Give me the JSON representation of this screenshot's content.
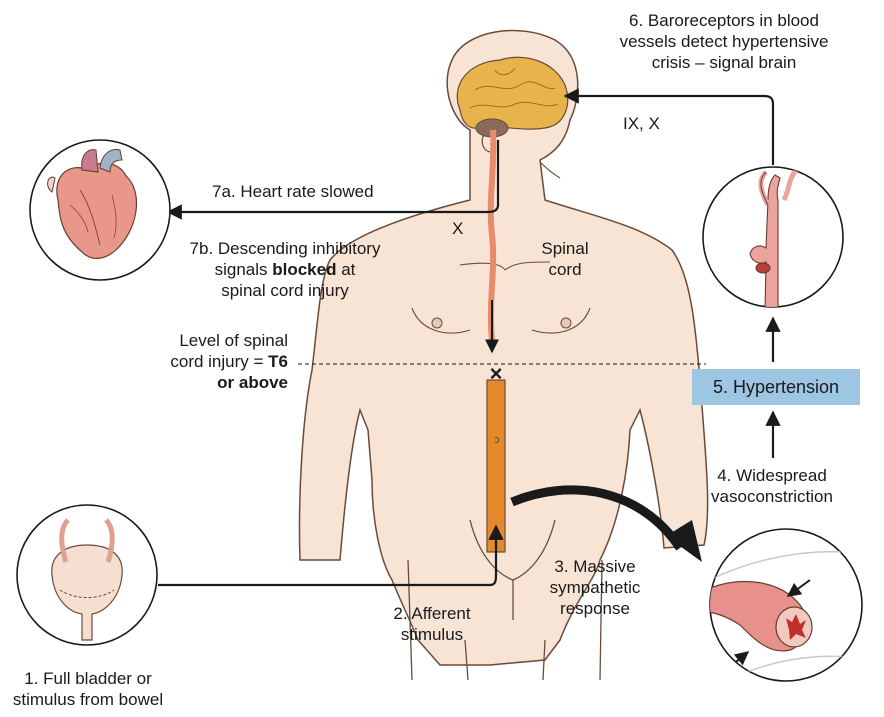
{
  "labels": {
    "step1_line1": "1. Full bladder or",
    "step1_line2": "stimulus from bowel",
    "step2_line1": "2. Afferent",
    "step2_line2": "stimulus",
    "step3_line1": "3. Massive",
    "step3_line2": "sympathetic",
    "step3_line3": "response",
    "step4_line1": "4. Widespread",
    "step4_line2": "vasoconstriction",
    "step5": "5. Hypertension",
    "step6_line1": "6. Baroreceptors in blood",
    "step6_line2": "vessels detect hypertensive",
    "step6_line3": "crisis – signal brain",
    "nerves": "IX, X",
    "step7a": "7a. Heart rate slowed",
    "vagus_x": "X",
    "step7b_line1": "7b. Descending inhibitory",
    "step7b_line2_pre": "signals ",
    "step7b_line2_bold": "blocked",
    "step7b_line2_post": " at",
    "step7b_line3": "spinal cord injury",
    "spinal_line1": "Spinal",
    "spinal_line2": "cord",
    "level_line1": "Level of spinal",
    "level_line2_pre": "cord injury = ",
    "level_line2_bold": "T6",
    "level_line3": "or above",
    "injury_mark": "×"
  },
  "colors": {
    "skin": "#f7e4d4",
    "skin_outline": "#6b4a3a",
    "brain": "#e8b34a",
    "spinal_cord_upper": "#e88c6e",
    "spinal_cord_lower": "#e58a2c",
    "hypertension_box": "#9dc6e2",
    "vessel": "#e8918c",
    "arrow": "#1a1a1a"
  },
  "icons": [
    "heart-icon",
    "bladder-icon",
    "aorta-icon",
    "artery-cross-section-icon",
    "brain-icon"
  ]
}
